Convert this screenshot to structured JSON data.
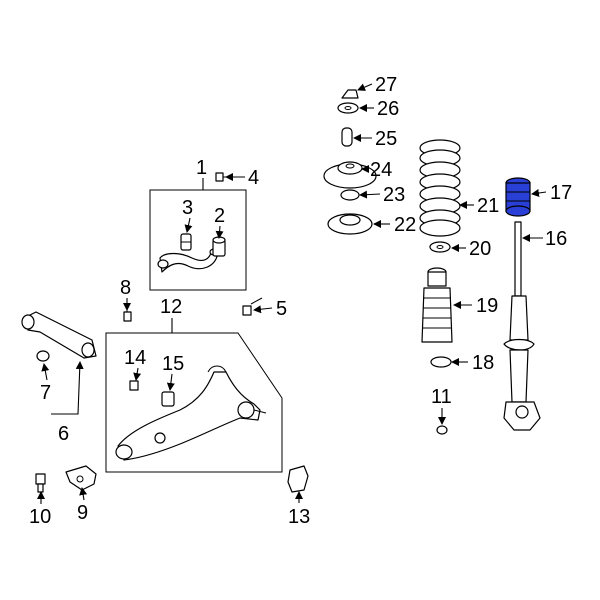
{
  "diagram": {
    "callouts": {
      "c1": "1",
      "c2": "2",
      "c3": "3",
      "c4": "4",
      "c5": "5",
      "c6": "6",
      "c7": "7",
      "c8": "8",
      "c9": "9",
      "c10": "10",
      "c11": "11",
      "c12": "12",
      "c13": "13",
      "c14": "14",
      "c15": "15",
      "c16": "16",
      "c17": "17",
      "c18": "18",
      "c19": "19",
      "c20": "20",
      "c21": "21",
      "c22": "22",
      "c23": "23",
      "c24": "24",
      "c25": "25",
      "c26": "26",
      "c27": "27"
    },
    "highlight_color": "#2a3fd6",
    "highlighted_part": "17"
  }
}
